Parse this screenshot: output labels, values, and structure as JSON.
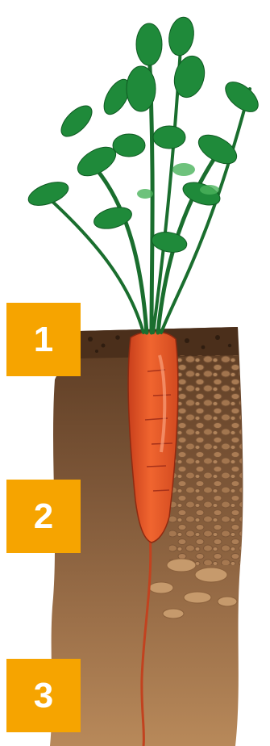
{
  "layers": [
    {
      "number": "1"
    },
    {
      "number": "2"
    },
    {
      "number": "3"
    }
  ],
  "colors": {
    "badge": "#f6a400",
    "badge_text": "#ffffff",
    "topsoil": "#6a4528",
    "subsoil": "#8e6444",
    "bedrock": "#b3865a",
    "carrot": "#ee5a2c",
    "leaves": "#1f8a3a"
  },
  "icons": [
    "carrot-illustration",
    "soil-profile",
    "carrot-leaves"
  ]
}
